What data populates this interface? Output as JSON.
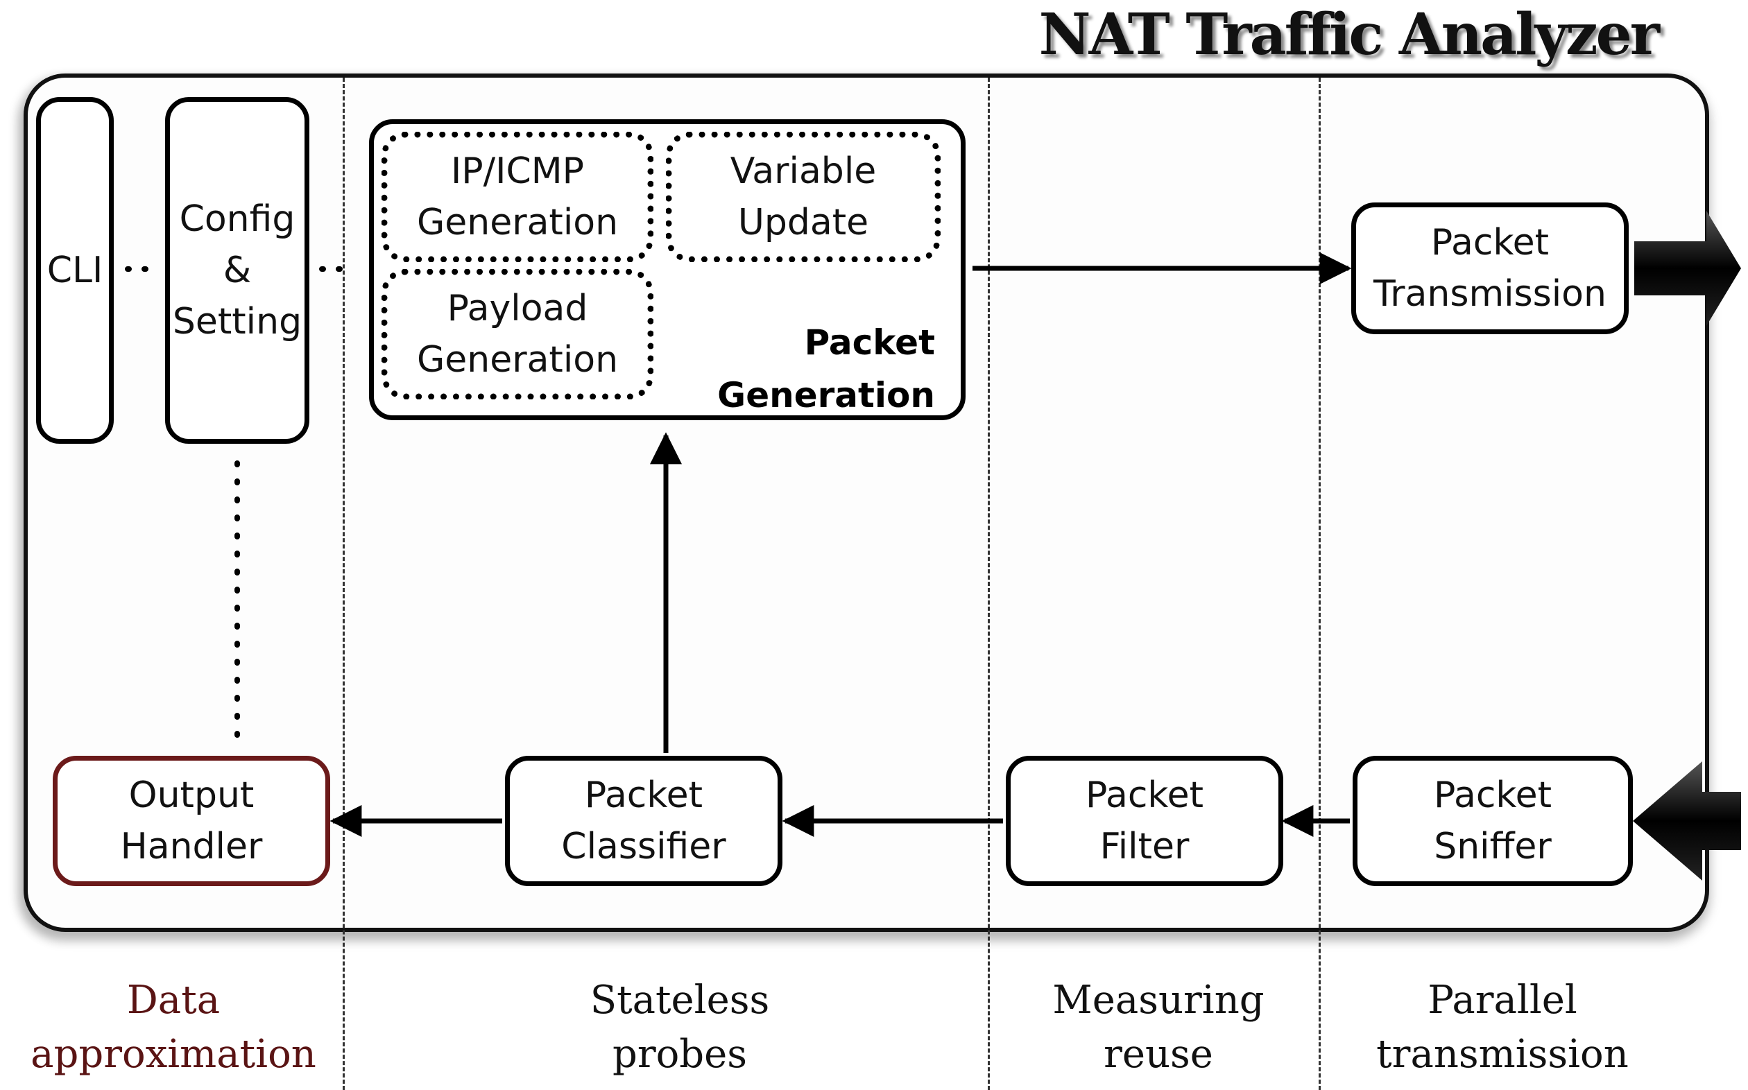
{
  "title": "NAT Traffic Analyzer",
  "boxes": {
    "cli": "CLI",
    "config": "Config\n&\nSetting",
    "ip_icmp": "IP/ICMP\nGeneration",
    "variable": "Variable\nUpdate",
    "payload": "Payload\nGeneration",
    "packet_generation": "Packet\nGeneration",
    "transmission": "Packet\nTransmission",
    "output": "Output\nHandler",
    "classifier": "Packet\nClassifier",
    "filter": "Packet\nFilter",
    "sniffer": "Packet\nSniffer"
  },
  "bottom_labels": {
    "data": "Data\napproximation",
    "stateless": "Stateless\nprobes",
    "measuring": "Measuring\nreuse",
    "parallel": "Parallel\ntransmission"
  },
  "colors": {
    "output_border": "#6b1a1a",
    "data_label": "#5a1414"
  }
}
